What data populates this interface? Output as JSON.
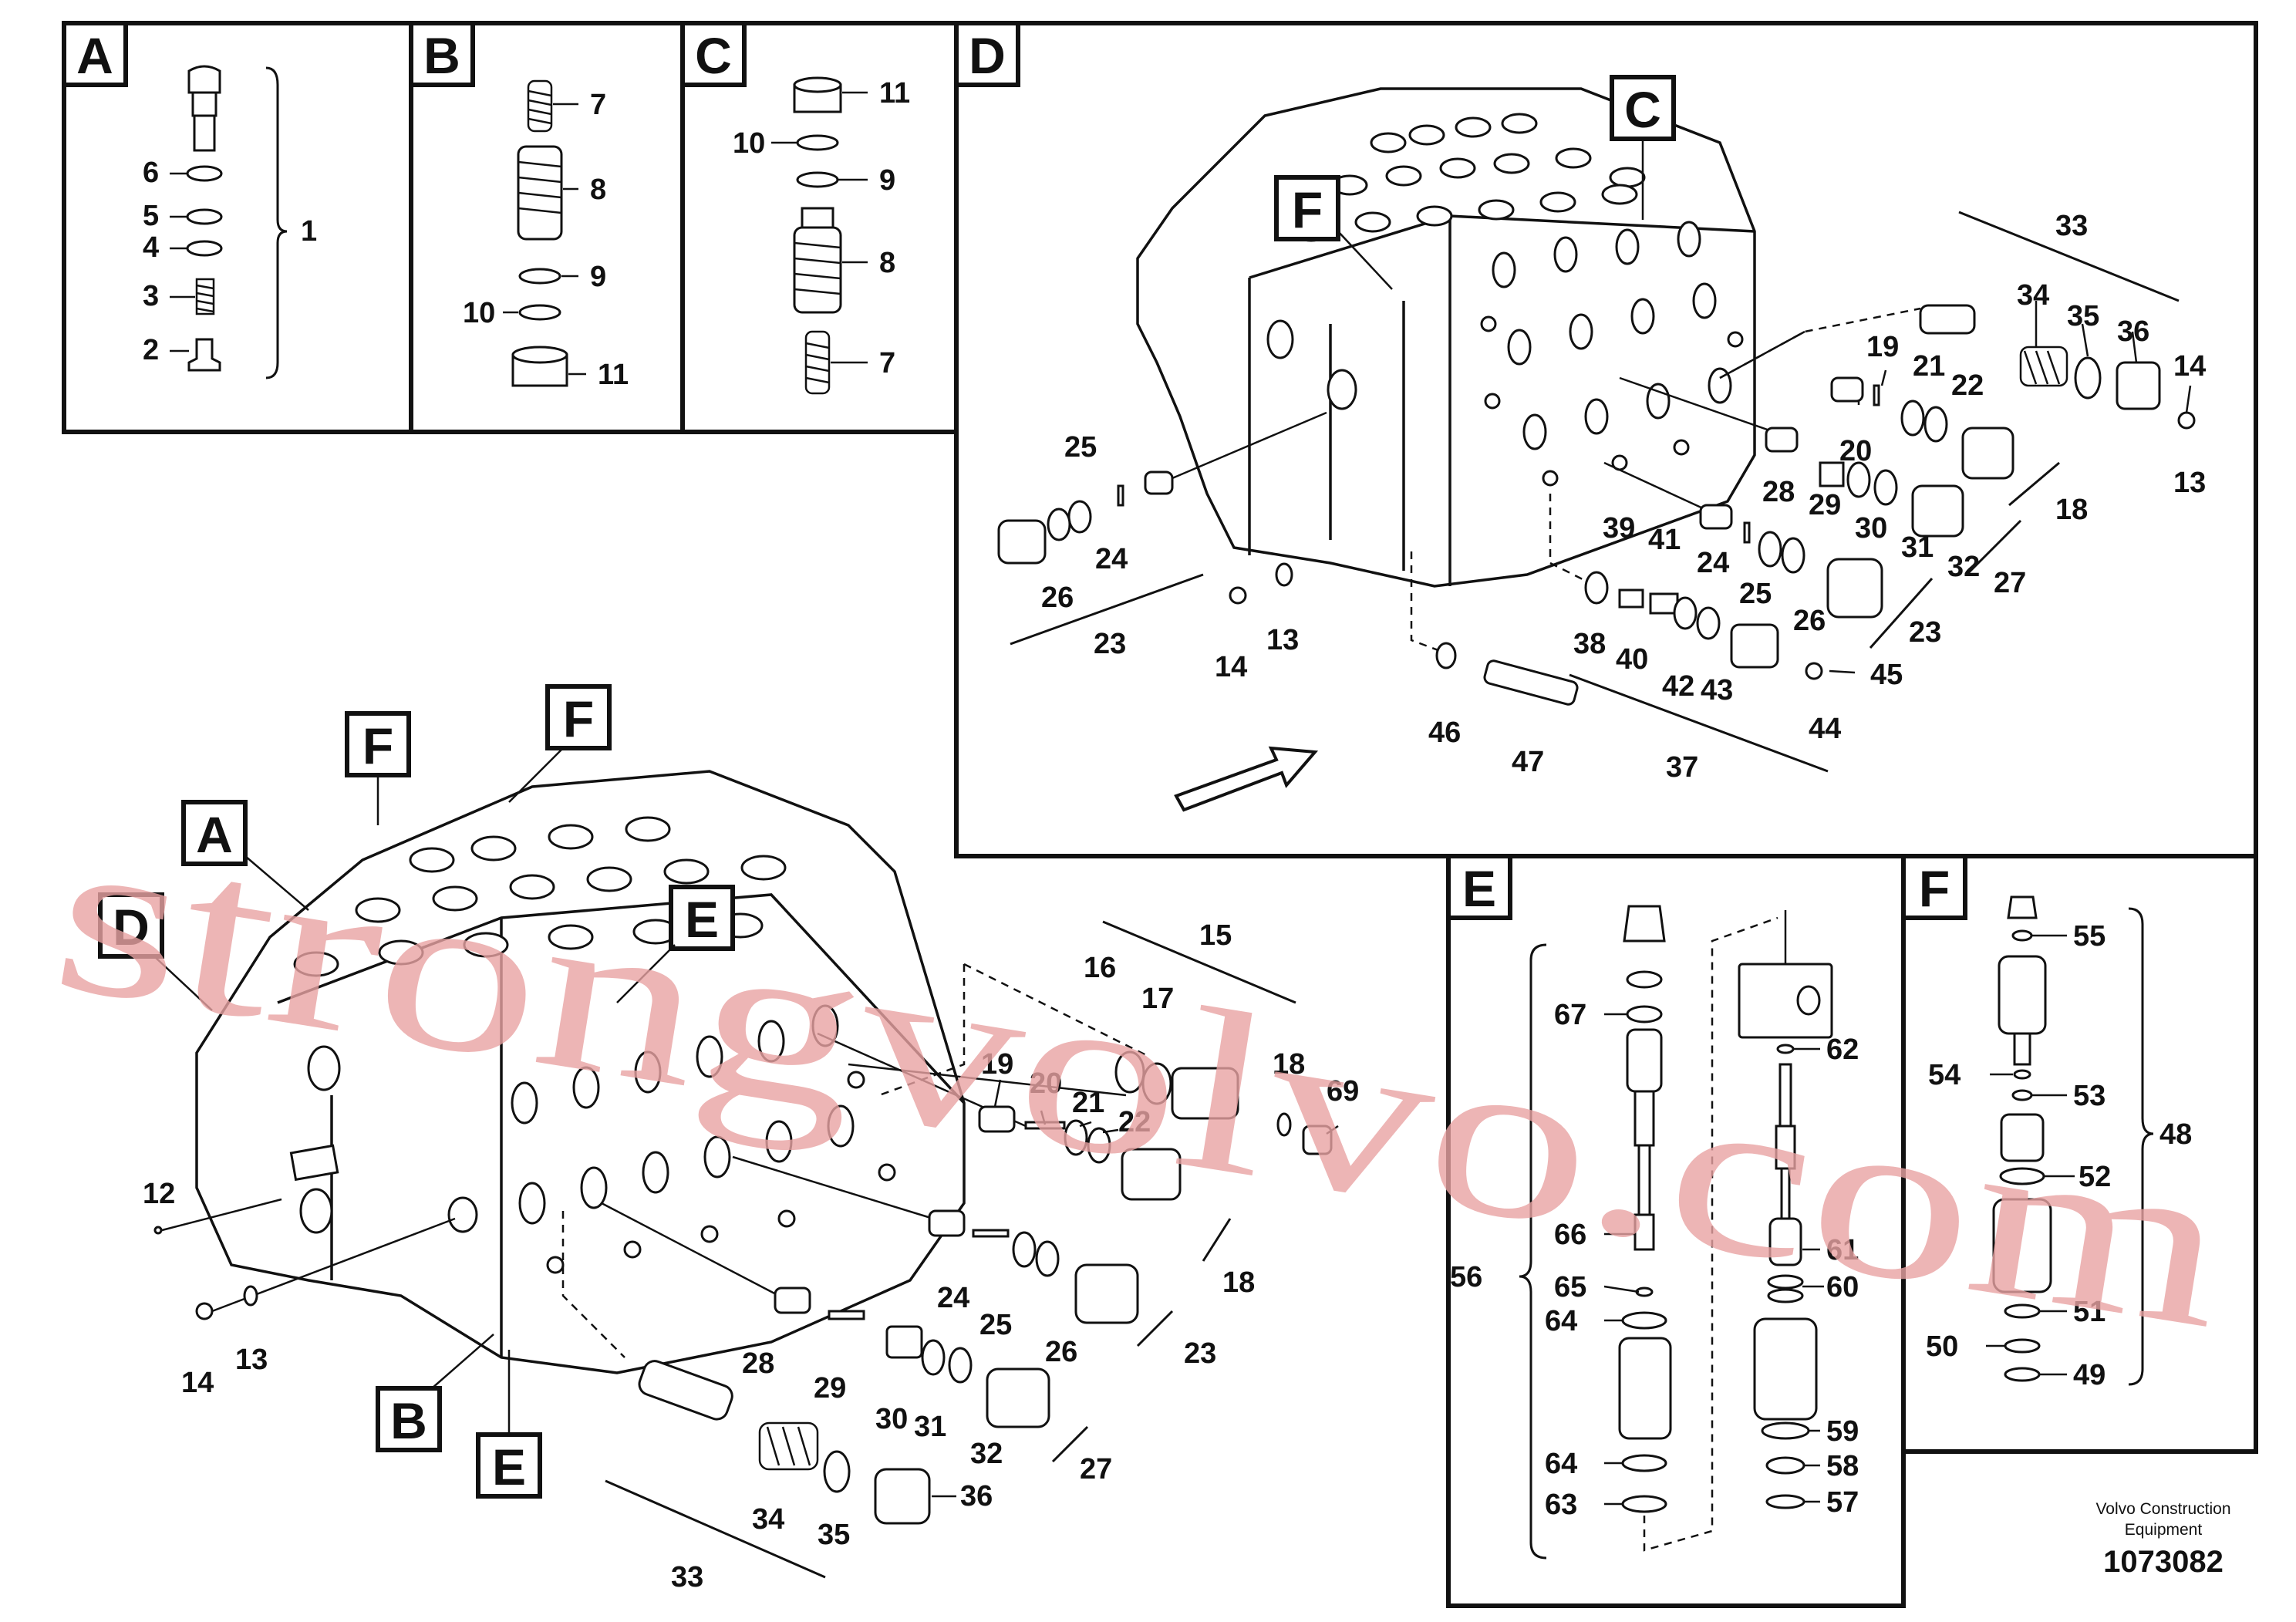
{
  "panels": [
    {
      "id": "A",
      "label": "A"
    },
    {
      "id": "B",
      "label": "B"
    },
    {
      "id": "C",
      "label": "C"
    },
    {
      "id": "D",
      "label": "D"
    },
    {
      "id": "E",
      "label": "E"
    },
    {
      "id": "F",
      "label": "F"
    }
  ],
  "overview_tags": [
    "F",
    "F",
    "A",
    "D",
    "E",
    "B",
    "E"
  ],
  "detail_tags": [
    "C",
    "F"
  ],
  "part_numbers": {
    "panel_a": [
      "6",
      "5",
      "4",
      "3",
      "2",
      "1"
    ],
    "panel_b": [
      "7",
      "8",
      "9",
      "10",
      "11"
    ],
    "panel_c": [
      "11",
      "10",
      "9",
      "8",
      "7"
    ],
    "panel_d": [
      "33",
      "34",
      "35",
      "36",
      "14",
      "19",
      "21",
      "22",
      "20",
      "13",
      "18",
      "28",
      "29",
      "30",
      "31",
      "32",
      "25",
      "24",
      "26",
      "23",
      "14",
      "13",
      "39",
      "41",
      "24",
      "25",
      "26",
      "27",
      "38",
      "40",
      "42",
      "43",
      "23",
      "45",
      "44",
      "46",
      "47",
      "37"
    ],
    "overview": [
      "15",
      "16",
      "17",
      "18",
      "19",
      "20",
      "21",
      "22",
      "69",
      "12",
      "14",
      "13",
      "18",
      "24",
      "25",
      "26",
      "23",
      "28",
      "29",
      "30",
      "31",
      "32",
      "27",
      "34",
      "35",
      "36",
      "33"
    ],
    "panel_e": [
      "67",
      "62",
      "66",
      "65",
      "64",
      "61",
      "60",
      "56",
      "59",
      "64",
      "58",
      "63",
      "57"
    ],
    "panel_f": [
      "55",
      "54",
      "53",
      "48",
      "52",
      "51",
      "50",
      "49"
    ]
  },
  "credit": {
    "line1": "Volvo Construction",
    "line2": "Equipment",
    "doc_number": "1073082"
  },
  "watermark": "strongvolvo.com"
}
